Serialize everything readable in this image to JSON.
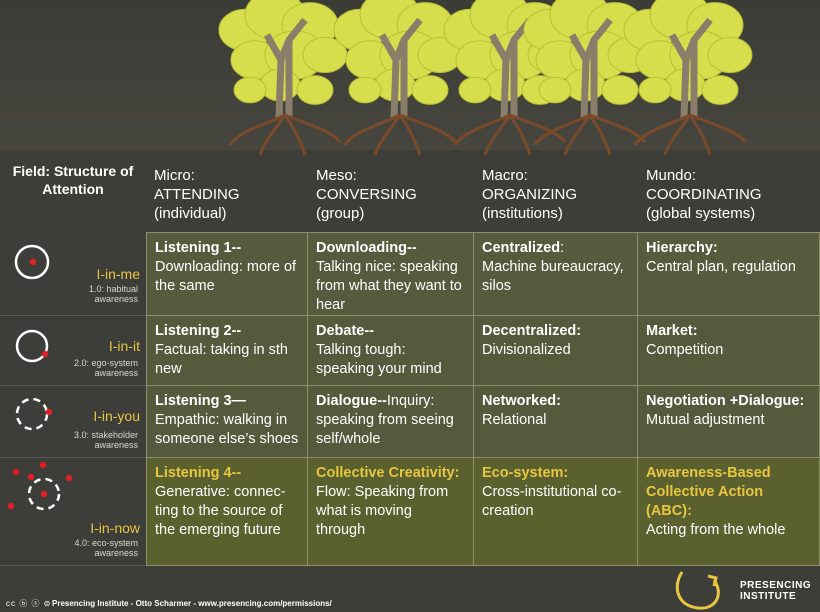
{
  "headers": {
    "field": "Field: Structure of Attention",
    "micro": {
      "level": "Micro:",
      "verb": "ATTENDING",
      "scope": "(individual)"
    },
    "meso": {
      "level": "Meso:",
      "verb": "CONVERSING",
      "scope": "(group)"
    },
    "macro": {
      "level": "Macro:",
      "verb": "ORGANIZING",
      "scope": "(institutions)"
    },
    "mundo": {
      "level": "Mundo:",
      "verb": "COORDINATING",
      "scope": "(global systems)"
    }
  },
  "rows": [
    {
      "name": "I-in-me",
      "sub1": "1.0: habitual",
      "sub2": "awareness",
      "cells": [
        {
          "title": "Listening 1--",
          "rest": "Downloading: more of the same"
        },
        {
          "title": "Downloading--",
          "rest": "Talking nice: speaking from what they want to hear"
        },
        {
          "title": "Centralized",
          "title_tail": ":",
          "rest": "Machine bureaucracy, silos"
        },
        {
          "title": "Hierarchy:",
          "rest": "Central plan, regulation"
        }
      ]
    },
    {
      "name": "I-in-it",
      "sub1": "2.0: ego-system",
      "sub2": "awareness",
      "cells": [
        {
          "title": "Listening 2--",
          "rest": "Factual: taking in sth new"
        },
        {
          "title": "Debate--",
          "rest": "Talking tough: speaking your mind"
        },
        {
          "title": "Decentralized:",
          "rest": "Divisionalized"
        },
        {
          "title": "Market:",
          "rest": "Competition"
        }
      ]
    },
    {
      "name": "I-in-you",
      "sub1": "3.0: stakeholder",
      "sub2": "awareness",
      "cells": [
        {
          "title": "Listening 3—",
          "rest": "Empathic: walking in someone else’s shoes"
        },
        {
          "title": "Dialogue--",
          "title_tail": "Inquiry:",
          "rest": "speaking from seeing self/whole"
        },
        {
          "title": "Networked:",
          "rest": "Relational"
        },
        {
          "title": "Negotiation +Dialogue:",
          "rest": "Mutual adjustment"
        }
      ]
    },
    {
      "name": "I-in-now",
      "sub1": "4.0: eco-system",
      "sub2": "awareness",
      "cells": [
        {
          "title": "Listening 4--",
          "rest": "Generative: connec-ting to the source of the emerging future"
        },
        {
          "title": "Collective Creativity:",
          "rest": "Flow: Speaking from what is moving through"
        },
        {
          "title": "Eco-system:",
          "rest": "Cross-institutional co-creation"
        },
        {
          "title": "Awareness-Based Collective Action (ABC):",
          "rest": "Acting from the whole"
        }
      ]
    }
  ],
  "footer": {
    "cc": "cc ⓑ ⓢ ⊜",
    "text": "Presencing Institute - Otto Scharmer - www.presencing.com/permissions/"
  },
  "logo": {
    "line1": "PRESENCING",
    "line2": "INSTITUTE"
  },
  "colors": {
    "accent_yellow": "#e8c640",
    "cell_bg": "#565a3d",
    "dot_red": "#e01f24"
  }
}
